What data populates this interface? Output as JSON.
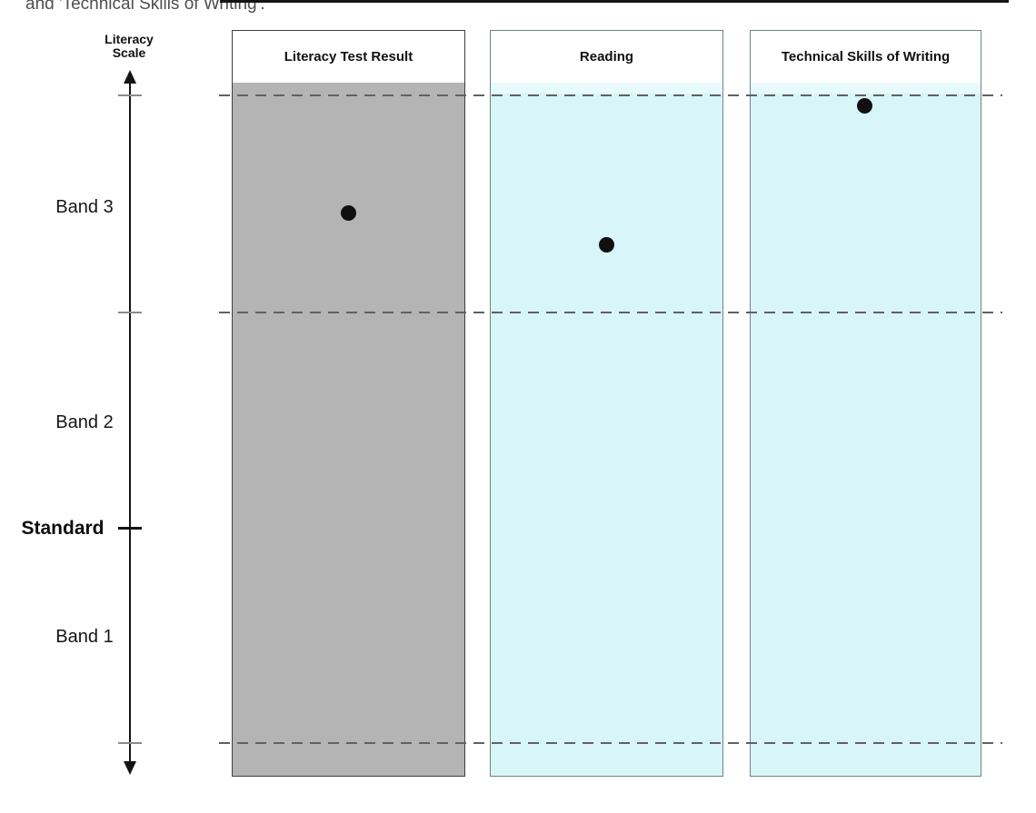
{
  "caption": "and 'Technical Skills of Writing'.",
  "axis": {
    "label_line1": "Literacy",
    "label_line2": "Scale"
  },
  "scale": {
    "bands": [
      {
        "label": "Band 3"
      },
      {
        "label": "Band 2"
      },
      {
        "label": "Band 1"
      }
    ],
    "standard_label": "Standard"
  },
  "columns": [
    {
      "label": "Literacy Test Result",
      "fill": "#b4b4b4",
      "top_tint": "#b4b4b4"
    },
    {
      "label": "Reading",
      "fill": "#d8f5f8",
      "top_tint": "#e7fbfc"
    },
    {
      "label": "Technical Skills of Writing",
      "fill": "#d8f5f8",
      "top_tint": "#e7fbfc"
    }
  ],
  "colors": {
    "gray_band_fill": "#b4b4b4",
    "cyan_band_fill": "#d8f5f8",
    "marker": "#101010",
    "dashed_line": "#616161",
    "standard_line": "#141414",
    "caption_text": "#4f4f4f"
  },
  "chart_data": {
    "type": "scatter",
    "title": "",
    "ylabel": "Literacy Scale",
    "categories": [
      "Literacy Test Result",
      "Reading",
      "Technical Skills of Writing"
    ],
    "y_axis": {
      "ylim": [
        0,
        3
      ],
      "bands": [
        {
          "name": "Band 1",
          "range": [
            0,
            1
          ]
        },
        {
          "name": "Band 2",
          "range": [
            1,
            2
          ]
        },
        {
          "name": "Band 3",
          "range": [
            2,
            3
          ]
        }
      ],
      "reference_line": {
        "label": "Standard",
        "value": 1,
        "style": "solid"
      },
      "dashed_gridlines": [
        0,
        2,
        3
      ],
      "arrow_both_ends": true
    },
    "series": [
      {
        "name": "result-markers",
        "points": [
          {
            "category": "Literacy Test Result",
            "value": 2.45,
            "band": "Band 3",
            "position_note": "middle of Band 3"
          },
          {
            "category": "Reading",
            "value": 2.31,
            "band": "Band 3",
            "position_note": "lower-middle of Band 3"
          },
          {
            "category": "Technical Skills of Writing",
            "value": 2.95,
            "band": "Band 3",
            "position_note": "just below top dashed boundary"
          }
        ]
      }
    ],
    "column_fills": [
      "#b4b4b4",
      "#d8f5f8",
      "#d8f5f8"
    ],
    "marker": {
      "shape": "circle",
      "color": "#101010"
    },
    "legend_position": "none",
    "grid": "horizontal dashed band boundaries"
  }
}
